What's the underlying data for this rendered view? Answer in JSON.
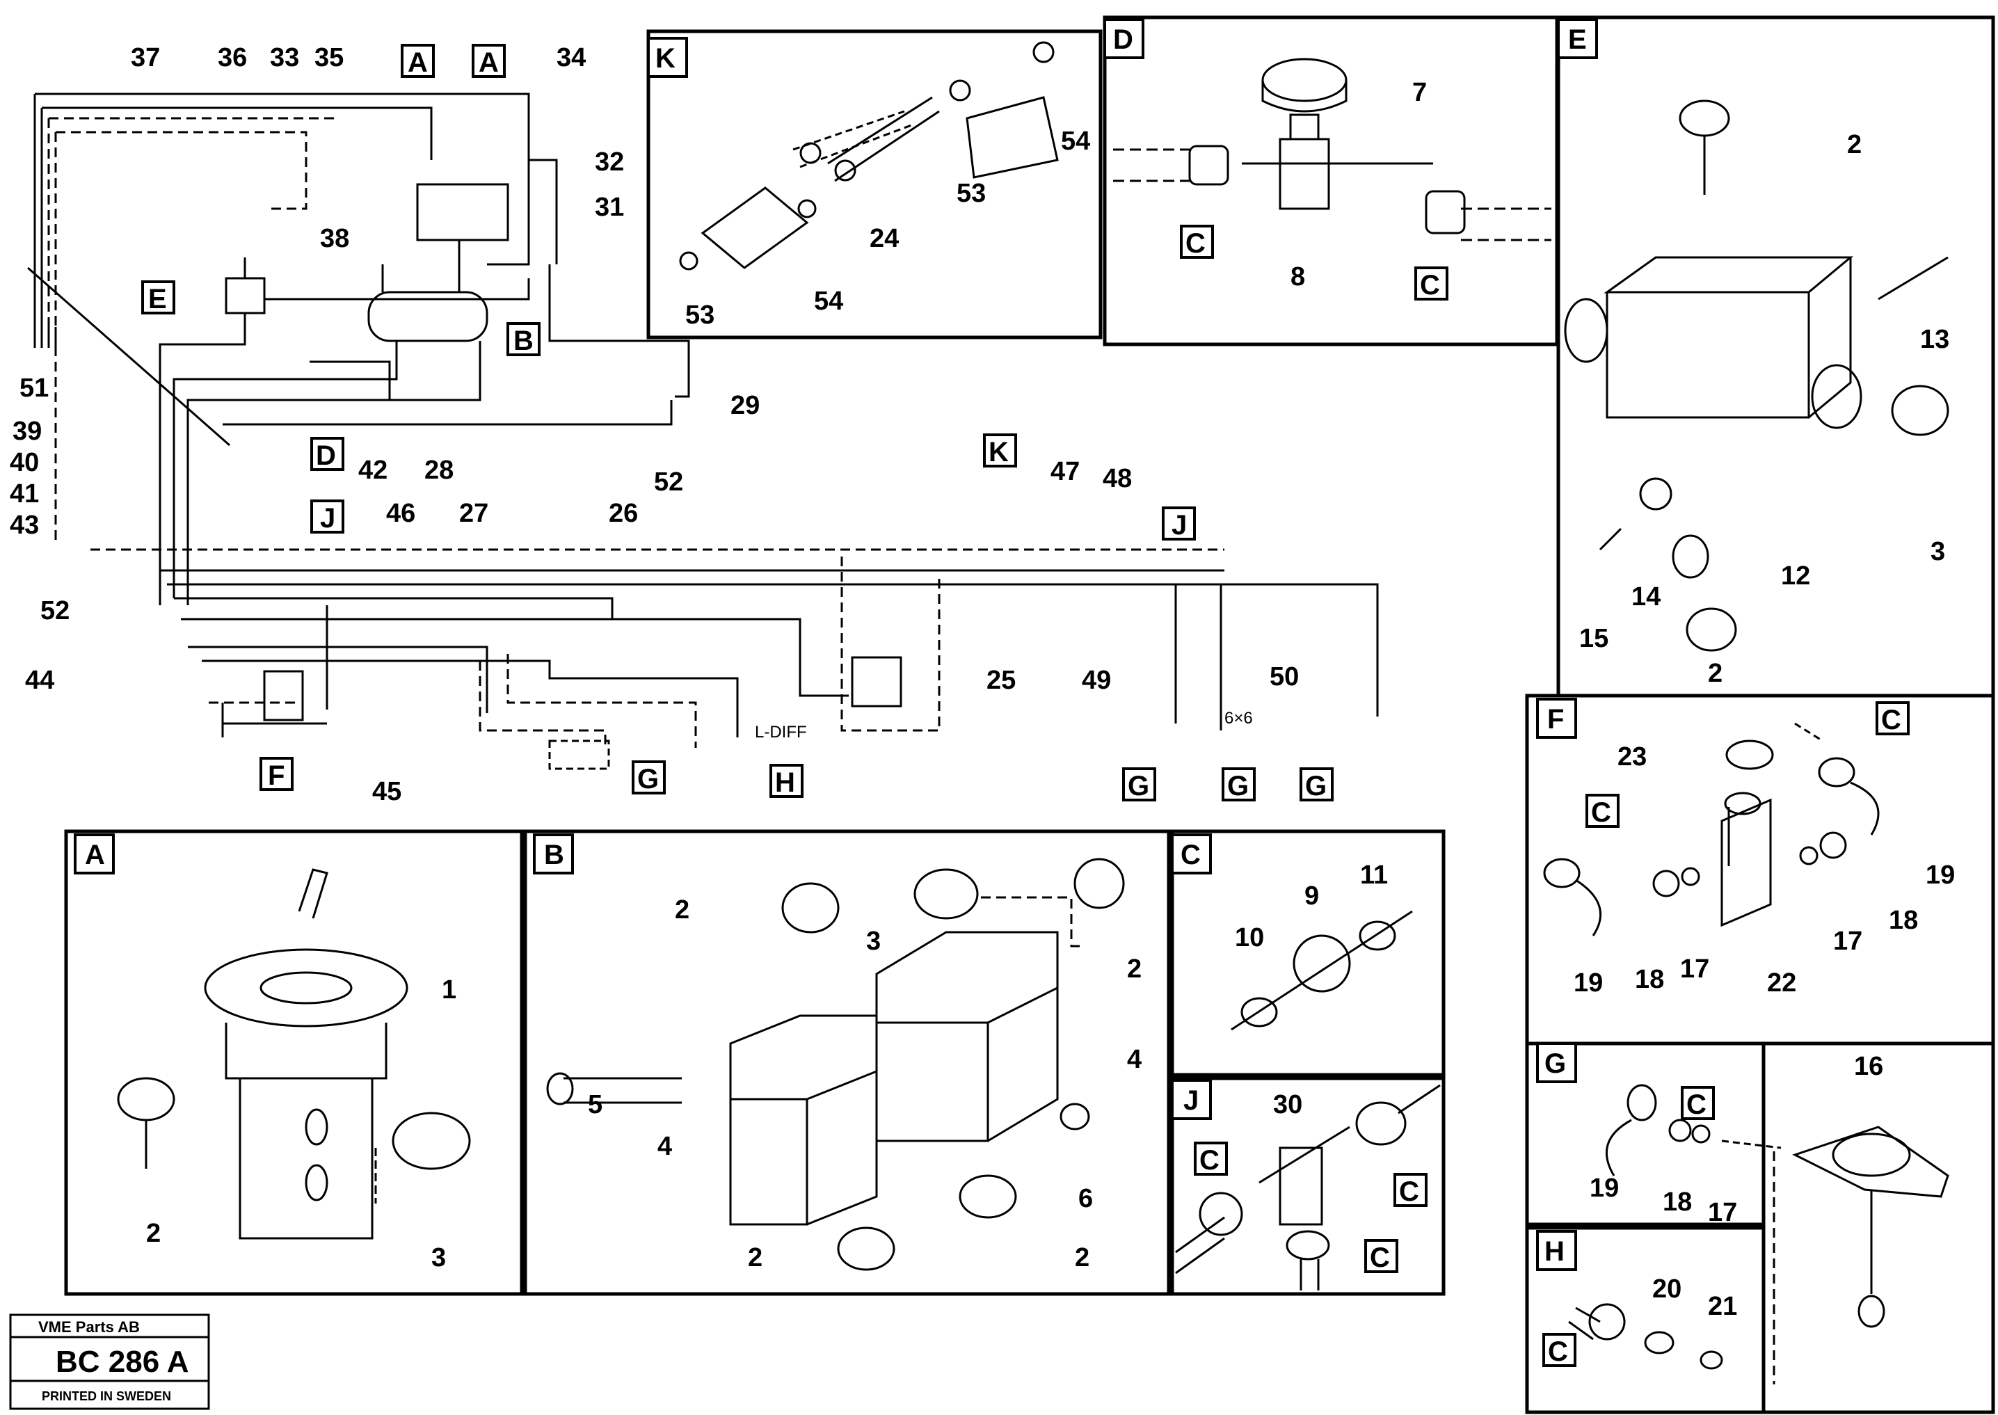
{
  "stamp": {
    "company": "VME Parts AB",
    "code": "BC 286 A",
    "printed": "PRINTED IN SWEDEN"
  },
  "annotations": {
    "l_diff": "L-DIFF",
    "six_by_six": "6×6"
  },
  "panel_letters": [
    "A",
    "B",
    "C",
    "D",
    "E",
    "F",
    "G",
    "H",
    "J",
    "K"
  ],
  "main_callouts": [
    "37",
    "36",
    "33",
    "35",
    "34",
    "32",
    "31",
    "38",
    "51",
    "39",
    "40",
    "41",
    "43",
    "42",
    "28",
    "29",
    "52",
    "46",
    "27",
    "26",
    "47",
    "48",
    "25",
    "49",
    "50",
    "44",
    "45",
    "52"
  ],
  "panel_callouts": {
    "K": [
      "54",
      "53",
      "24",
      "53",
      "54"
    ],
    "D": [
      "7",
      "8"
    ],
    "E": [
      "2",
      "13",
      "12",
      "3",
      "14",
      "15",
      "2"
    ],
    "A": [
      "1",
      "2",
      "3"
    ],
    "B": [
      "2",
      "3",
      "2",
      "5",
      "4",
      "4",
      "6",
      "2",
      "2"
    ],
    "C": [
      "9",
      "11",
      "10"
    ],
    "J": [
      "30"
    ],
    "F": [
      "23",
      "19",
      "19",
      "18",
      "17",
      "22",
      "17",
      "18"
    ],
    "G": [
      "16",
      "19",
      "18",
      "17"
    ],
    "H": [
      "20",
      "21"
    ]
  }
}
